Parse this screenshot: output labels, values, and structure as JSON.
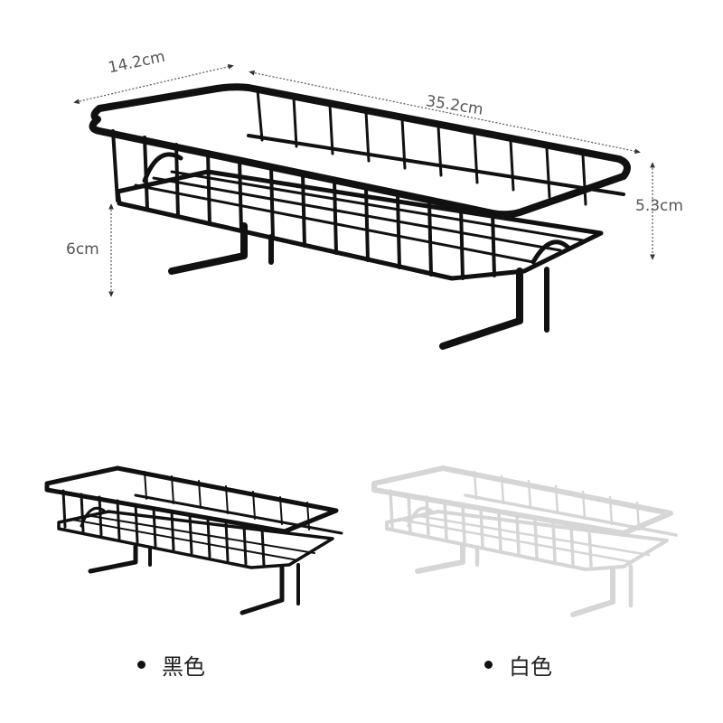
{
  "dimensions": {
    "depth": "14.2cm",
    "length": "35.2cm",
    "basket_height": "5.3cm",
    "leg_height": "6cm"
  },
  "variants": [
    {
      "label": "黑色",
      "color": "#111111"
    },
    {
      "label": "白色",
      "color": "#e9e9e9"
    }
  ],
  "icons": {
    "bullet": "dot-icon",
    "rack": "wire-shelf-rack-icon"
  }
}
